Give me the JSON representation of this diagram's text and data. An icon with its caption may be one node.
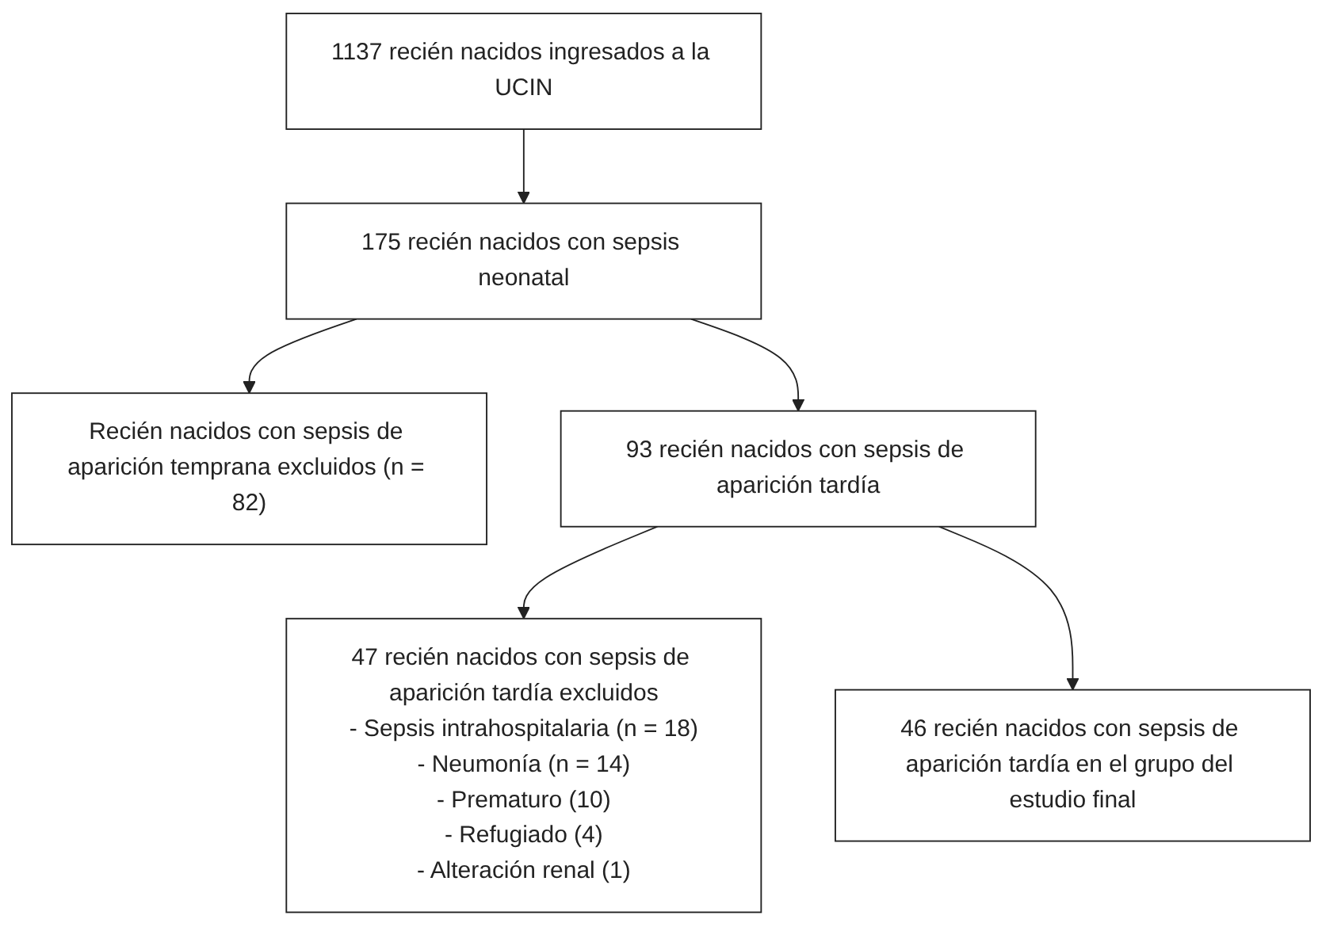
{
  "diagram": {
    "nodes": [
      {
        "text": [
          "1137 recién nacidos ingresados a la UCIN"
        ]
      },
      {
        "text": [
          "175 recién nacidos con sepsis neonatal"
        ]
      },
      {
        "text": [
          "Recién nacidos con sepsis de aparición temprana excluidos (n = 82)"
        ]
      },
      {
        "text": [
          "93 recién nacidos con sepsis de aparición tardía"
        ]
      },
      {
        "text": [
          "47 recién nacidos con sepsis de aparición tardía excluidos",
          "- Sepsis intrahospitalaria (n = 18)",
          "- Neumonía (n = 14)",
          "- Prematuro (10)",
          "- Refugiado (4)",
          "- Alteración renal (1)"
        ]
      },
      {
        "text": [
          "46 recién nacidos con sepsis de aparición tardía en el grupo del estudio final"
        ]
      }
    ],
    "edges": [
      {
        "from": 0,
        "to": 1,
        "arrow": "to"
      },
      {
        "from": 1,
        "to": 2,
        "arrow": "to"
      },
      {
        "from": 1,
        "to": 3,
        "arrow": "to"
      },
      {
        "from": 3,
        "to": 4,
        "arrow": "to"
      },
      {
        "from": 3,
        "to": 5,
        "arrow": "to"
      }
    ]
  }
}
